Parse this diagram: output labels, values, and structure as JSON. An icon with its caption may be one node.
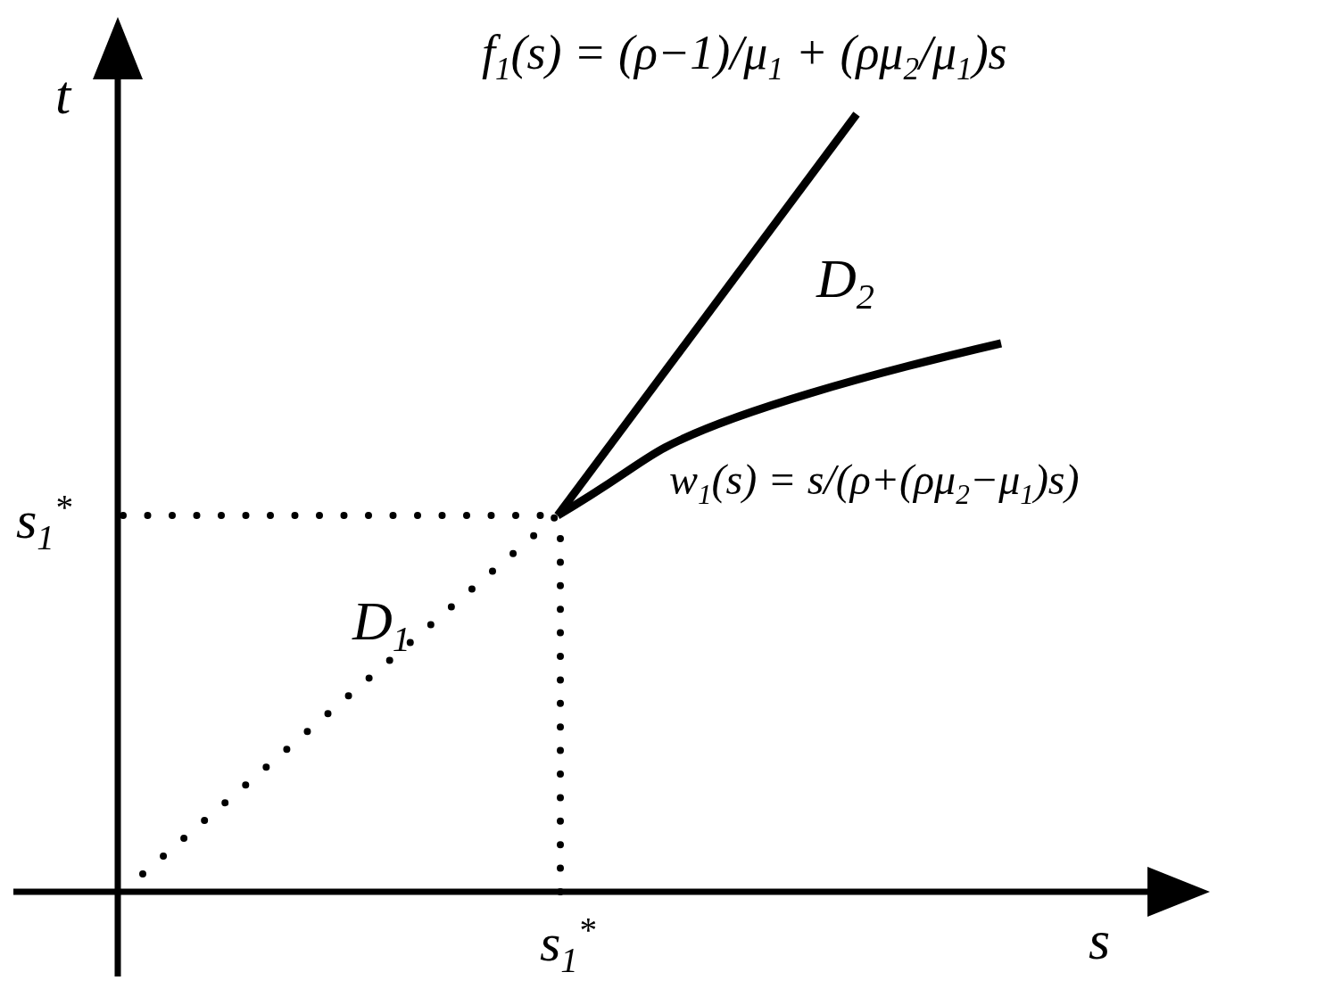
{
  "diagram": {
    "labels": [
      "f$_{1}$(s) = (ρ−1)/μ$_{1}$ + (ρμ$_{2}$/μ$_{1}$)s",
      "t",
      "D$_{2}$",
      "w$_{1}$(s) = s/(ρ+(ρμ$_{2}$−μ$_{1}$)s)",
      "s$_{1}$$^{*}$",
      "D$_{1}$",
      "s$_{1}$$^{*}$",
      "s"
    ]
  }
}
